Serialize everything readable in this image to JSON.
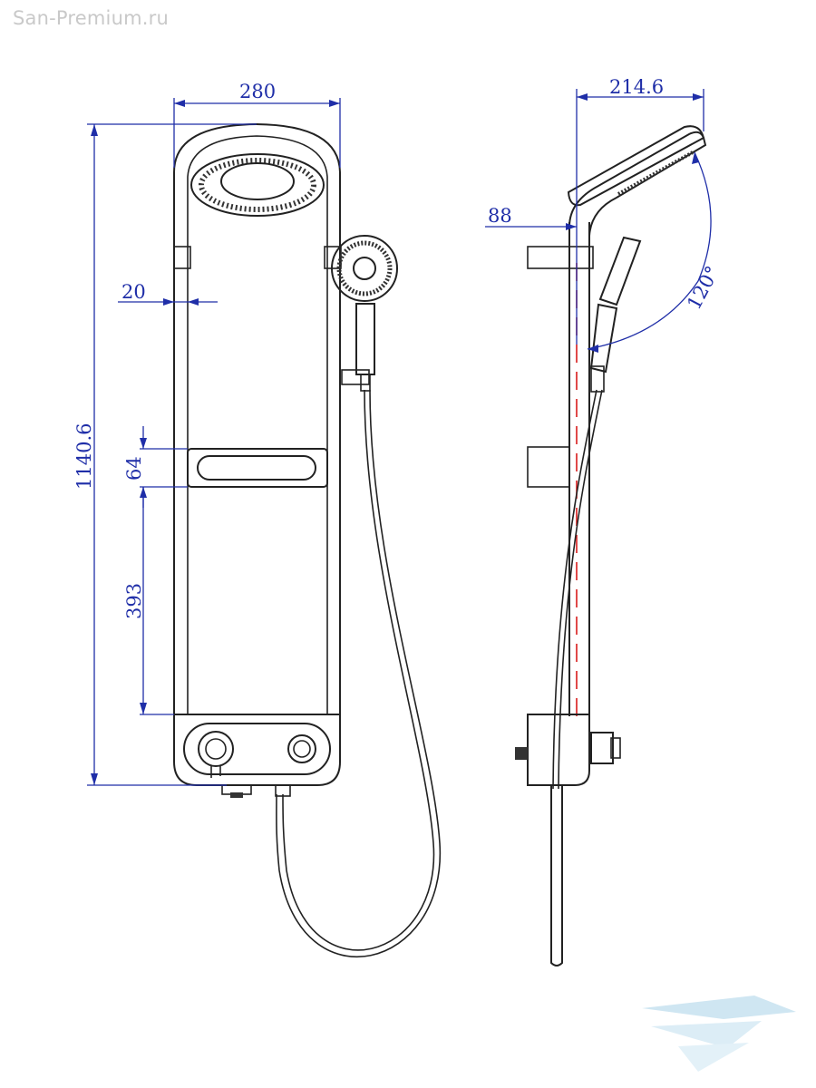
{
  "watermark": "San-Premium.ru",
  "dimensions": {
    "panel_width": "280",
    "height": "1140.6",
    "side_gap": "20",
    "shelf_height": "64",
    "shelf_to_mixer": "393",
    "head_projection": "214.6",
    "hand_offset": "88",
    "head_angle": "120°"
  },
  "colors": {
    "dimension": "#1f2ea8",
    "outline": "#222222",
    "centerline": "#d81c1c",
    "watermark": "#c9c9c9",
    "logo": "#cfe6f2"
  }
}
